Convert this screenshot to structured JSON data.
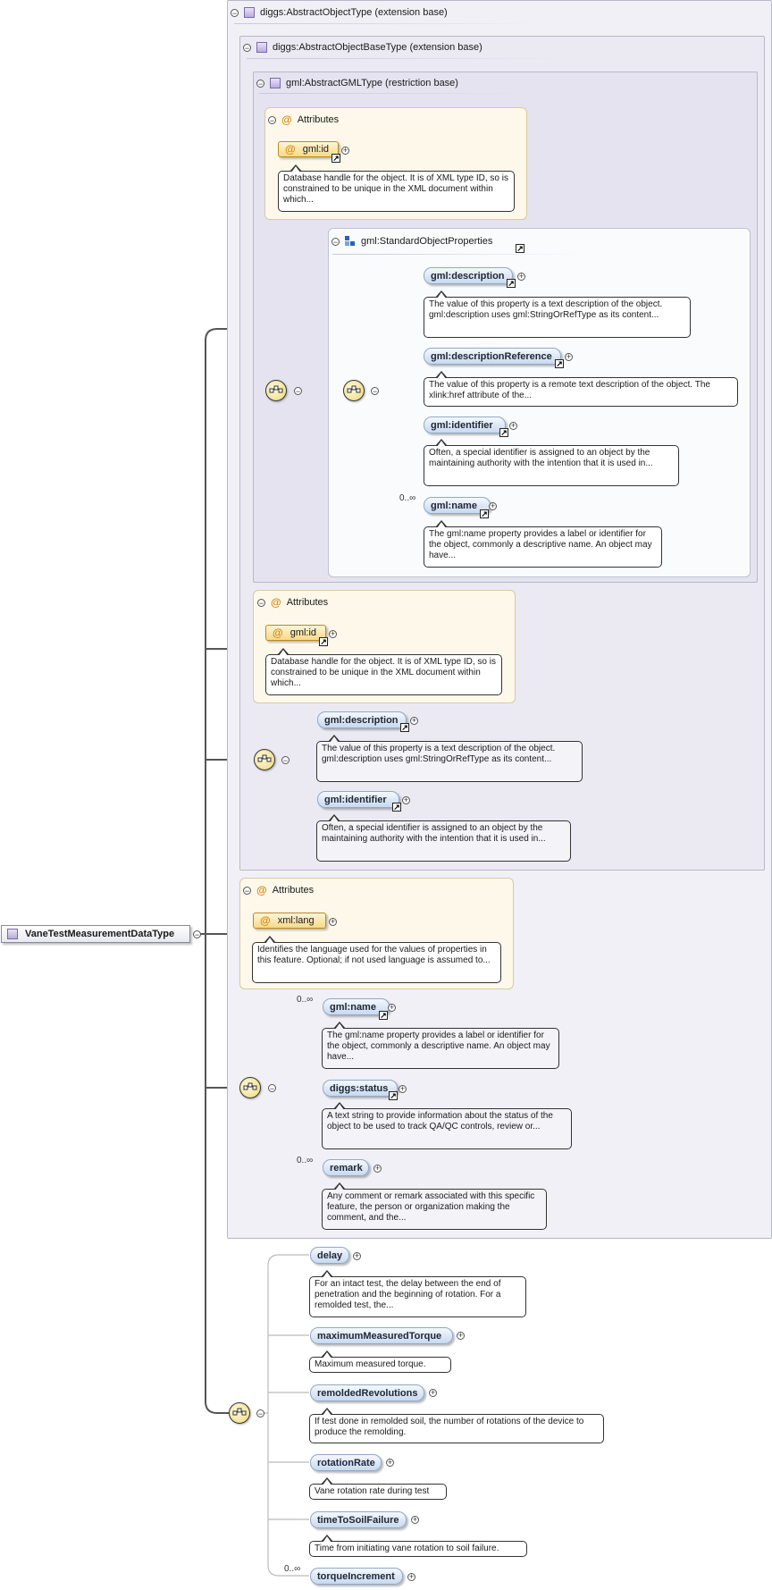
{
  "root": {
    "label": "VaneTestMeasurementDataType"
  },
  "ext_base": {
    "label": "diggs:AbstractObjectType (extension base)"
  },
  "object_base": {
    "label": "diggs:AbstractObjectBaseType (extension base)"
  },
  "gml_base": {
    "label": "gml:AbstractGMLType (restriction base)"
  },
  "attributes_label": "Attributes",
  "gml_attrs": {
    "attr": "gml:id",
    "doc": "Database handle for the object. It is of XML type ID, so is constrained to be unique in the XML document within which..."
  },
  "std_props": {
    "label": "gml:StandardObjectProperties",
    "items": [
      {
        "name": "gml:description",
        "doc": "The value of this property is a text description of the object. gml:description uses gml:StringOrRefType as its content..."
      },
      {
        "name": "gml:descriptionReference",
        "doc": "The value of this property is a remote text description of the object. The xlink:href attribute of the..."
      },
      {
        "name": "gml:identifier",
        "doc": "Often, a special identifier is assigned to an object by the maintaining authority with the intention that it is used in..."
      },
      {
        "name": "gml:name",
        "card": "0..∞",
        "doc": "The gml:name property provides a label or identifier for the object, commonly a descriptive name. An object may have..."
      }
    ]
  },
  "base_attrs": {
    "attr": "gml:id",
    "doc": "Database handle for the object. It is of XML type ID, so is constrained to be unique in the XML document within which..."
  },
  "base_seq": [
    {
      "name": "gml:description",
      "doc": "The value of this property is a text description of the object. gml:description uses gml:StringOrRefType as its content..."
    },
    {
      "name": "gml:identifier",
      "doc": "Often, a special identifier is assigned to an object by the maintaining authority with the intention that it is used in..."
    }
  ],
  "obj_attrs": {
    "attr": "xml:lang",
    "doc": "Identifies the language used for the values of properties in this feature. Optional; if not used language is assumed to..."
  },
  "obj_seq": [
    {
      "name": "gml:name",
      "card": "0..∞",
      "doc": "The gml:name property provides a label or identifier for the object, commonly a descriptive name. An object may have..."
    },
    {
      "name": "diggs:status",
      "doc": "A text string to provide information about the status of the object to be used to track QA/QC controls, review or..."
    },
    {
      "name": "remark",
      "card": "0..∞",
      "doc": "Any comment or remark associated with this specific feature, the person or organization making the comment, and the..."
    }
  ],
  "main_seq": [
    {
      "name": "delay",
      "doc": "For an intact test, the delay between the end of penetration and the beginning of rotation. For a remolded test, the..."
    },
    {
      "name": "maximumMeasuredTorque",
      "doc": "Maximum measured torque."
    },
    {
      "name": "remoldedRevolutions",
      "doc": "If test done in remolded soil, the number of rotations of the device to produce the remolding."
    },
    {
      "name": "rotationRate",
      "doc": "Vane rotation rate during test"
    },
    {
      "name": "timeToSoilFailure",
      "doc": "Time from initiating vane rotation to soil failure."
    },
    {
      "name": "torqueIncrement",
      "card": "0..∞"
    }
  ]
}
